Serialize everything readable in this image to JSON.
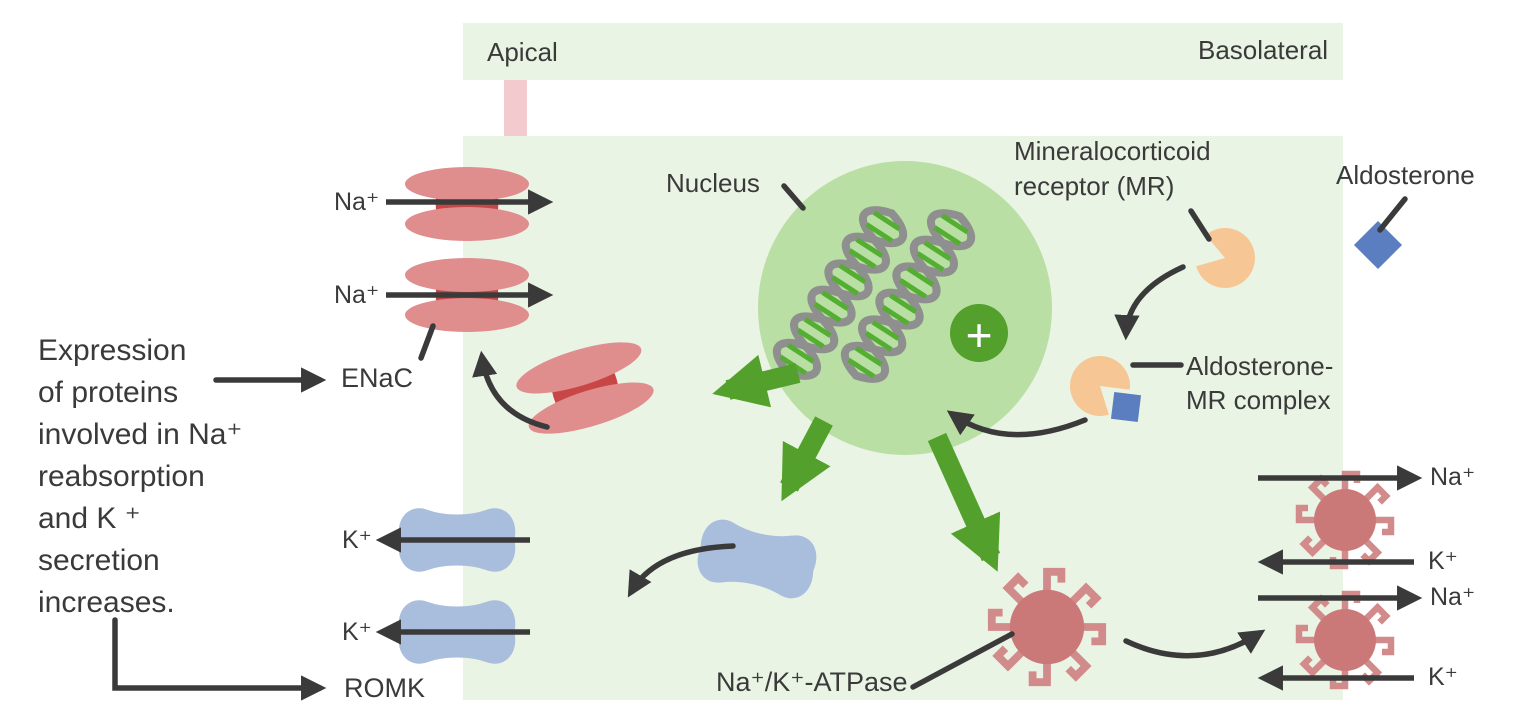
{
  "cell": {
    "apical_label": "Apical",
    "basolateral_label": "Basolateral"
  },
  "note": {
    "lines": [
      "Expression",
      "of proteins",
      "involved in Na⁺",
      "reabsorption",
      "and K ⁺",
      "secretion",
      "increases."
    ]
  },
  "labels": {
    "nucleus": "Nucleus",
    "receptor_line1": "Mineralocorticoid",
    "receptor_line2": "receptor (MR)",
    "aldosterone": "Aldosterone",
    "complex_line1": "Aldosterone-",
    "complex_line2": "MR complex",
    "atpase": "Na⁺/K⁺-ATPase",
    "enac": "ENaC",
    "romk": "ROMK",
    "plus": "+"
  },
  "ions": {
    "sodium": "Na⁺",
    "potassium": "K⁺"
  },
  "colors": {
    "cell_bg": "#eaf4e4",
    "junction_pink": "#f3cbce",
    "nucleus_green": "#b9dfa4",
    "plus_green": "#53a02d",
    "arrow_green": "#53a02d",
    "enac_pink": "#df8d8d",
    "enac_dark": "#c94646",
    "romk_blue": "#a9bddd",
    "romk_dark": "#7b96c8",
    "pump_body": "#cb7878",
    "pump_spike": "#d28b8b",
    "receptor_orange": "#f6c795",
    "aldo_blue": "#5b7ec0",
    "ink": "#3a3a3a"
  }
}
